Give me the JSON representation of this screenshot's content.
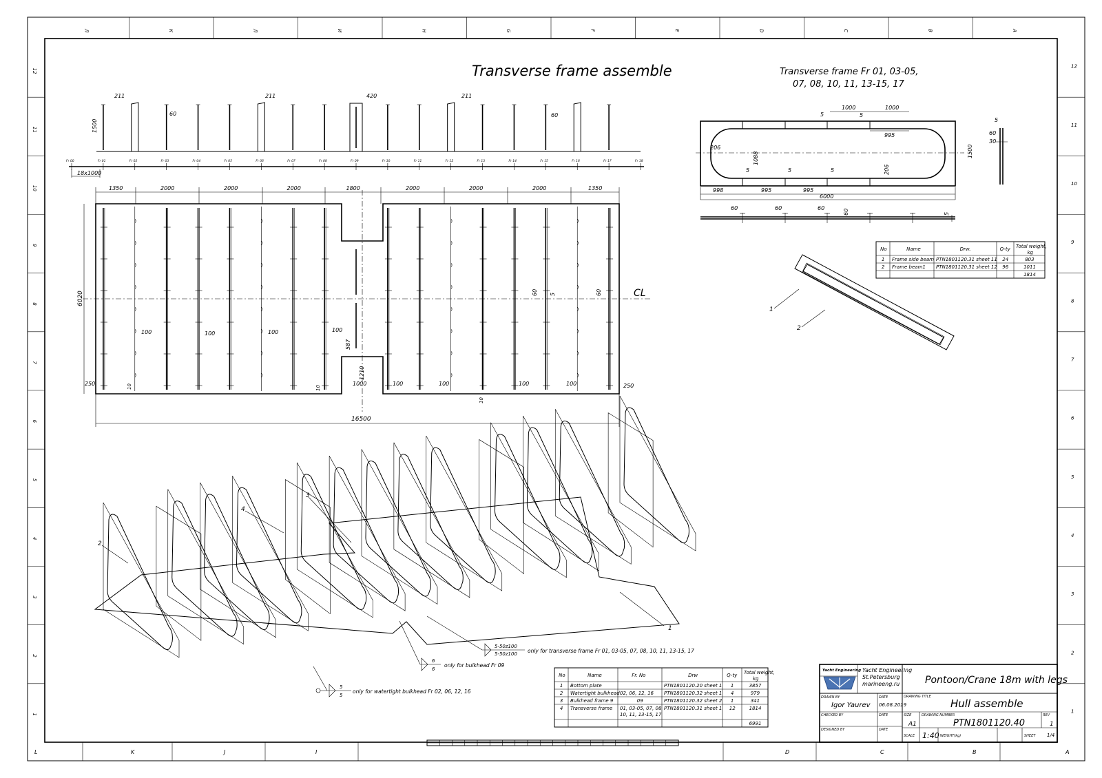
{
  "border": {
    "top_zones": [
      "Л",
      "К",
      "Л",
      "И",
      "Н",
      "G",
      "F",
      "E",
      "D",
      "C",
      "B",
      "A"
    ],
    "bottom_zones": [
      "L",
      "K",
      "J",
      "I",
      "D",
      "C",
      "B",
      "A"
    ],
    "row_labels": [
      "12",
      "11",
      "10",
      "9",
      "8",
      "7",
      "6",
      "5",
      "4",
      "3",
      "2",
      "1"
    ]
  },
  "top_view": {
    "title": "Transverse frame assemble",
    "frame_labels": [
      "Fr 00",
      "Fr 01",
      "Fr 02",
      "Fr 03",
      "Fr 04",
      "Fr 05",
      "Fr 06",
      "Fr 07",
      "Fr 08",
      "Fr 09",
      "Fr 10",
      "Fr 11",
      "Fr 12",
      "Fr 13",
      "Fr 14",
      "Fr 15",
      "Fr 16",
      "Fr 17",
      "Fr 18"
    ],
    "spacing_note": "18x1000",
    "dims_top": [
      "211",
      "60",
      "211",
      "420",
      "211",
      "60",
      "1500"
    ],
    "dims_row": [
      "1350",
      "2000",
      "2000",
      "2000",
      "1800",
      "2000",
      "2000",
      "2000",
      "1350"
    ],
    "dim_width": "16500",
    "dim_height": "6020",
    "cl_label": "CL",
    "dims_misc": [
      "100",
      "100",
      "100",
      "100",
      "100",
      "100",
      "100",
      "100",
      "250",
      "250",
      "10",
      "10",
      "10",
      "587",
      "1210",
      "1000",
      "60",
      "60",
      "5"
    ]
  },
  "frame_detail": {
    "title_line1": "Transverse frame Fr 01, 03-05,",
    "title_line2": "07, 08, 10, 11, 13-15, 17",
    "dims": [
      "1000",
      "1000",
      "5",
      "5",
      "995",
      "206",
      "1088",
      "5",
      "5",
      "5",
      "206",
      "998",
      "995",
      "995",
      "6000",
      "1500",
      "5",
      "60",
      "30",
      "60",
      "60",
      "60",
      "60",
      "5"
    ]
  },
  "parts_table_small": {
    "headers": [
      "No",
      "Name",
      "Drw.",
      "Q-ty",
      "Total weight, kg"
    ],
    "rows": [
      [
        "1",
        "Frame side beam",
        "PTN1801120.31 sheet 11",
        "24",
        "803"
      ],
      [
        "2",
        "Frame beam1",
        "PTN1801120.31 sheet 12",
        "96",
        "1011"
      ],
      [
        "",
        "",
        "",
        "",
        "1814"
      ]
    ]
  },
  "iso_callouts": {
    "labels": [
      "1",
      "2",
      "3",
      "4",
      "1",
      "2"
    ]
  },
  "welds": [
    {
      "a": "5-50z100",
      "b": "5-50z100",
      "note": "only for transverse frame Fr 01, 03-05, 07, 08, 10, 11, 13-15, 17"
    },
    {
      "a": "6",
      "b": "6",
      "note": "only for bulkhead Fr 09"
    },
    {
      "a": "5",
      "b": "5",
      "note": "only for watertight bulkhead Fr 02, 06, 12, 16"
    }
  ],
  "parts_table_main": {
    "headers": [
      "No",
      "Name",
      "Fr. No",
      "Drw",
      "Q-ty",
      "Total weight, kg"
    ],
    "rows": [
      [
        "1",
        "Bottom plate",
        "",
        "PTN1801120.20 sheet 1",
        "1",
        "3857"
      ],
      [
        "2",
        "Watertight bulkhead",
        "02, 06, 12, 16",
        "PTN1801120.32 sheet 1",
        "4",
        "979"
      ],
      [
        "3",
        "Bulkhead frame 9",
        "09",
        "PTN1801120.32 sheet 2",
        "1",
        "341"
      ],
      [
        "4",
        "Transverse frame",
        "01, 03-05, 07, 08, 10, 11, 13-15, 17",
        "PTN1801120.31 sheet 1",
        "12",
        "1814"
      ],
      [
        "",
        "",
        "",
        "",
        "",
        "6991"
      ]
    ]
  },
  "title_block": {
    "company_logo_text": "Yacht Engineering",
    "company_line1": "Yacht Engineering",
    "company_line2": "St.Petersburg",
    "company_line3": "marineeng.ru",
    "project": "Pontoon/Crane 18m with legs",
    "drawing_title_label": "DRAWING TITLE",
    "drawing_title": "Hull assemble",
    "drawn_by_label": "DRAWN BY",
    "drawn_by": "Igor Yaurev",
    "date_label": "DATE",
    "date": "06.08.2019",
    "checked_by_label": "CHECKED BY",
    "designed_by_label": "DESIGNED BY",
    "size_label": "SIZE",
    "size": "A1",
    "drawing_number_label": "DRAWING NUMBER",
    "drawing_number": "PTN1801120.40",
    "rev_label": "REV",
    "rev": "1",
    "scale_label": "SCALE",
    "scale": "1:40",
    "weight_label": "WEIGHT(kg)",
    "sheet_label": "SHEET",
    "sheet": "1/4"
  }
}
